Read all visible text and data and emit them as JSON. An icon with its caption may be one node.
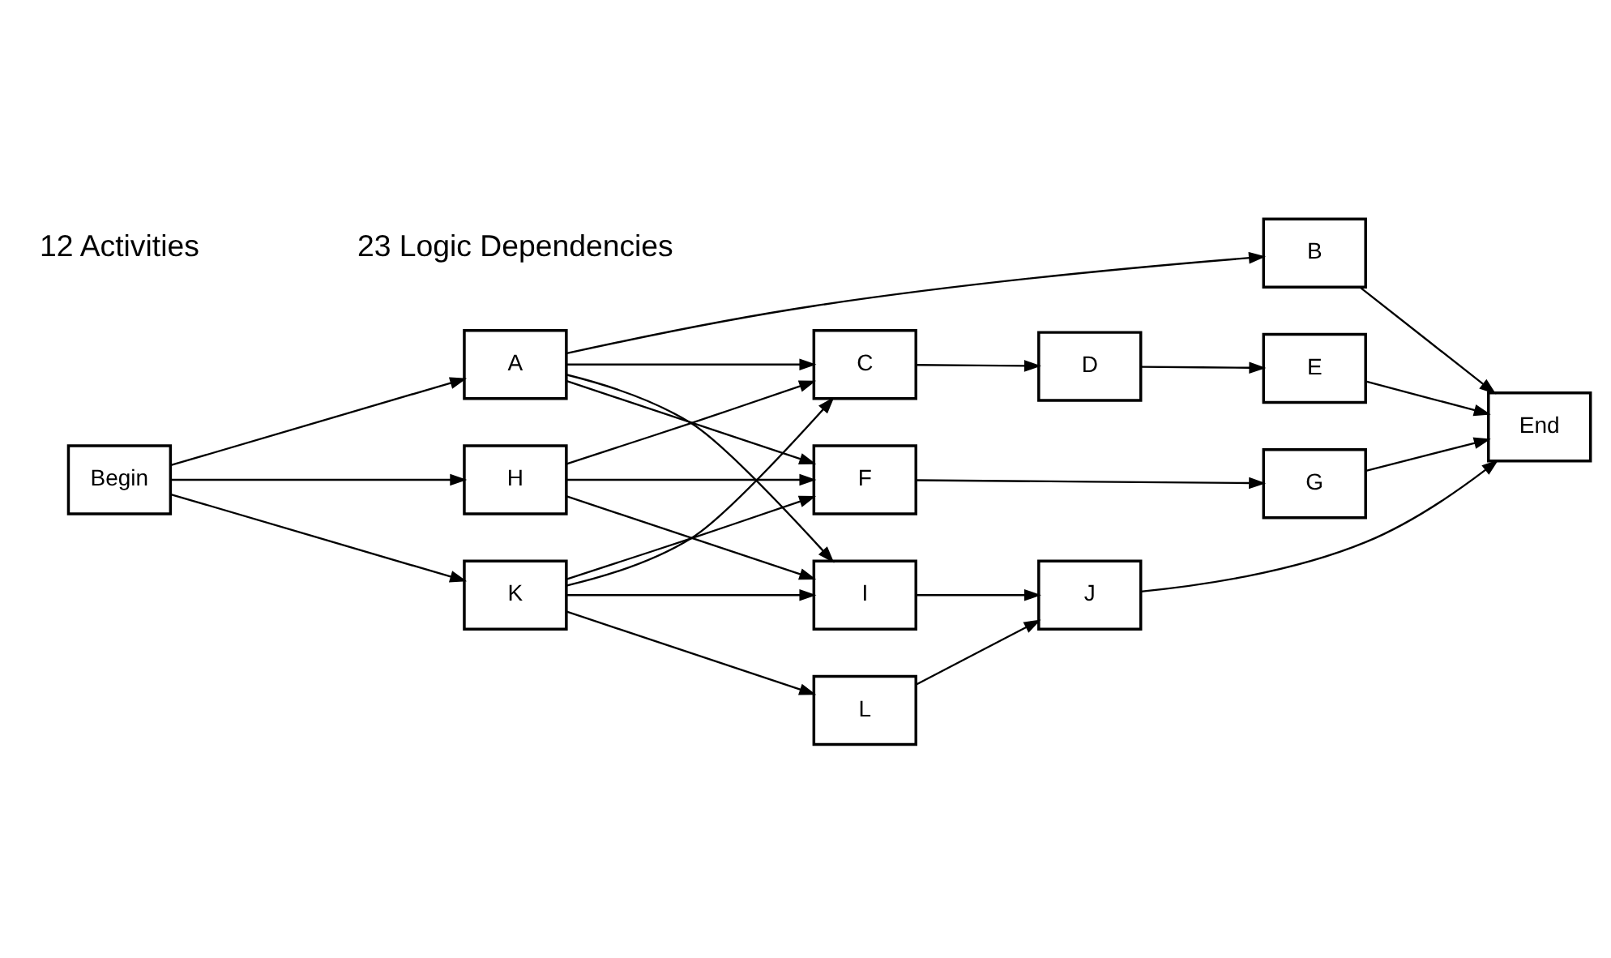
{
  "diagram": {
    "nodes": [
      {
        "text": [
          "Begin"
        ]
      },
      {
        "text": [
          "A"
        ]
      },
      {
        "text": [
          "B"
        ]
      },
      {
        "text": [
          "C"
        ]
      },
      {
        "text": [
          "D"
        ]
      },
      {
        "text": [
          "E"
        ]
      },
      {
        "text": [
          "F"
        ]
      },
      {
        "text": [
          "G"
        ]
      },
      {
        "text": [
          "H"
        ]
      },
      {
        "text": [
          "I"
        ]
      },
      {
        "text": [
          "J"
        ]
      },
      {
        "text": [
          "K"
        ]
      },
      {
        "text": [
          "L"
        ]
      },
      {
        "text": [
          "End"
        ]
      }
    ],
    "edges": [
      {
        "from": 0,
        "to": 1,
        "arrow": "to"
      },
      {
        "from": 0,
        "to": 8,
        "arrow": "to"
      },
      {
        "from": 0,
        "to": 11,
        "arrow": "to"
      },
      {
        "from": 1,
        "to": 2,
        "arrow": "to"
      },
      {
        "from": 1,
        "to": 3,
        "arrow": "to"
      },
      {
        "from": 1,
        "to": 6,
        "arrow": "to"
      },
      {
        "from": 1,
        "to": 9,
        "arrow": "to"
      },
      {
        "from": 8,
        "to": 3,
        "arrow": "to"
      },
      {
        "from": 8,
        "to": 6,
        "arrow": "to"
      },
      {
        "from": 8,
        "to": 9,
        "arrow": "to"
      },
      {
        "from": 11,
        "to": 3,
        "arrow": "to"
      },
      {
        "from": 11,
        "to": 6,
        "arrow": "to"
      },
      {
        "from": 11,
        "to": 9,
        "arrow": "to"
      },
      {
        "from": 11,
        "to": 12,
        "arrow": "to"
      },
      {
        "from": 2,
        "to": 13,
        "arrow": "to"
      },
      {
        "from": 3,
        "to": 4,
        "arrow": "to"
      },
      {
        "from": 4,
        "to": 5,
        "arrow": "to"
      },
      {
        "from": 5,
        "to": 13,
        "arrow": "to"
      },
      {
        "from": 6,
        "to": 7,
        "arrow": "to"
      },
      {
        "from": 7,
        "to": 13,
        "arrow": "to"
      },
      {
        "from": 9,
        "to": 10,
        "arrow": "to"
      },
      {
        "from": 12,
        "to": 10,
        "arrow": "to"
      },
      {
        "from": 10,
        "to": 13,
        "arrow": "to"
      }
    ],
    "labels": [
      "12 Activities",
      "23 Logic Dependencies"
    ]
  }
}
